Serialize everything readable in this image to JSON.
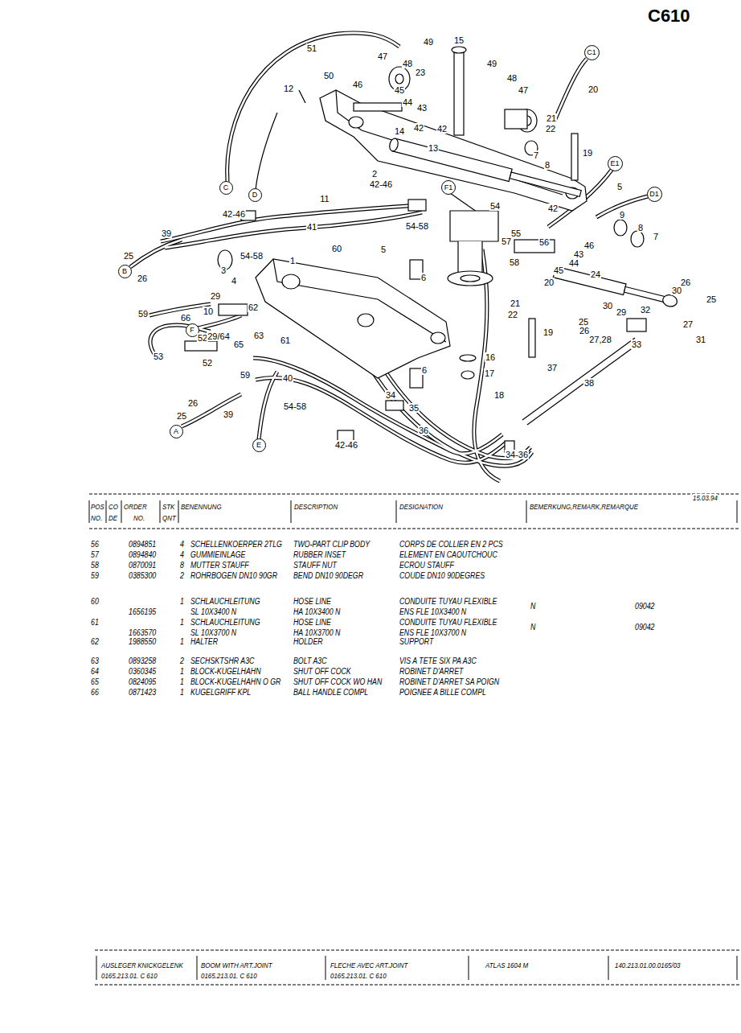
{
  "diagram": {
    "title": "C610",
    "nodes": [
      {
        "text": [
          "C1"
        ]
      },
      {
        "text": [
          "E1"
        ]
      },
      {
        "text": [
          "C"
        ]
      },
      {
        "text": [
          "F1"
        ]
      },
      {
        "text": [
          "D1"
        ]
      },
      {
        "text": [
          "D"
        ]
      },
      {
        "text": [
          "B"
        ]
      },
      {
        "text": [
          "F"
        ]
      },
      {
        "text": [
          "A"
        ]
      },
      {
        "text": [
          "E"
        ]
      }
    ],
    "labels": [
      "49",
      "51",
      "47",
      "48",
      "15",
      "23",
      "49",
      "48",
      "50",
      "46",
      "45",
      "47",
      "20",
      "12",
      "44",
      "43",
      "42",
      "42",
      "14",
      "13",
      "21",
      "22",
      "7",
      "8",
      "19",
      "5",
      "2",
      "42-46",
      "11",
      "54",
      "42",
      "9",
      "8",
      "7",
      "42-46",
      "39",
      "41",
      "54-58",
      "60",
      "55",
      "57",
      "56",
      "46",
      "43",
      "44",
      "58",
      "45",
      "25",
      "26",
      "54-58",
      "3",
      "4",
      "1",
      "5",
      "6",
      "20",
      "24",
      "26",
      "30",
      "25",
      "21",
      "22",
      "29",
      "62",
      "59",
      "66",
      "10",
      "30",
      "29",
      "32",
      "25",
      "26",
      "27",
      "27,28",
      "33",
      "31",
      "52",
      "29/64",
      "63",
      "65",
      "19",
      "61",
      "16",
      "17",
      "53",
      "52",
      "6",
      "59",
      "40",
      "37",
      "38",
      "18",
      "34",
      "35",
      "54-58",
      "36",
      "26",
      "25",
      "39",
      "42-46",
      "34-36",
      "POS",
      "CO",
      "ORDER",
      "STK",
      "BENENNUNG",
      "DESCRIPTION",
      "DESIGNATION",
      "BEMERKUNG,REMARK,REMARQUE",
      "15.03.94",
      "NO.",
      "DE",
      "NO.",
      "QNT",
      "56",
      "0894851",
      "4",
      "SCHELLENKOERPER 2TLG",
      "TWO-PART CLIP BODY",
      "CORPS DE COLLIER EN 2 PCS",
      "57",
      "0894840",
      "4",
      "GUMMIEINLAGE",
      "RUBBER INSET",
      "ELEMENT EN CAOUTCHOUC",
      "58",
      "0870091",
      "8",
      "MUTTER STAUFF",
      "STAUFF NUT",
      "ECROU STAUFF",
      "59",
      "0385300",
      "2",
      "ROHRBOGEN DN10 90GR",
      "BEND DN10 90DEGR",
      "COUDE DN10 90DEGRES",
      "60",
      "1",
      "SCHLAUCHLEITUNG",
      "HOSE LINE",
      "CONDUITE TUYAU FLEXIBLE",
      "1656195",
      "SL 10X3400 N",
      "HA 10X3400 N",
      "ENS FLE 10X3400 N",
      "N",
      "09042",
      "61",
      "1",
      "SCHLAUCHLEITUNG",
      "HOSE LINE",
      "CONDUITE TUYAU FLEXIBLE",
      "1663570",
      "SL 10X3700 N",
      "HA 10X3700 N",
      "ENS FLE 10X3700 N",
      "N",
      "09042",
      "62",
      "1988550",
      "1",
      "HALTER",
      "HOLDER",
      "SUPPORT",
      "63",
      "0893258",
      "2",
      "SECHSKTSHR A3C",
      "BOLT A3C",
      "VIS A TETE SIX PA A3C",
      "64",
      "0360345",
      "1",
      "BLOCK-KUGELHAHN",
      "SHUT OFF COCK",
      "ROBINET D'ARRET",
      "65",
      "0824095",
      "1",
      "BLOCK-KUGELHAHN O GR",
      "SHUT OFF COCK WO HAN",
      "ROBINET D'ARRET SA POIGN",
      "66",
      "0871423",
      "1",
      "KUGELGRIFF KPL",
      "BALL HANDLE COMPL",
      "POIGNEE A BILLE COMPL",
      "AUSLEGER KNICKGELENK",
      "0165.213.01. C 610",
      "BOOM WITH ART.JOINT",
      "0165.213.01. C 610",
      "FLECHE AVEC ART.JOINT",
      "0165.213.01. C 610",
      "ATLAS 1604 M",
      "140.213.01.00.0165/03"
    ]
  }
}
